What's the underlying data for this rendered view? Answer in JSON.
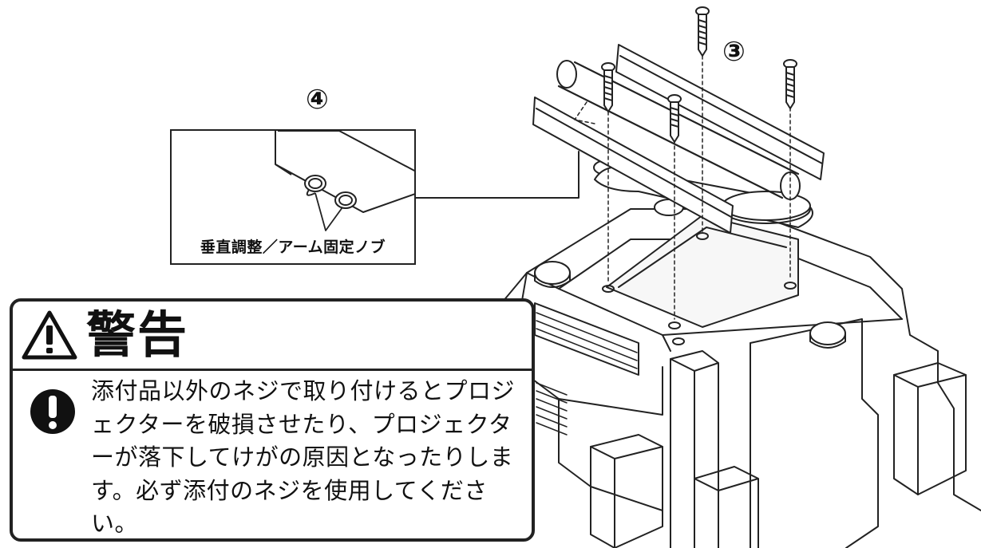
{
  "steps": {
    "screws": "③",
    "knobs": "④"
  },
  "inset": {
    "caption": "垂直調整／アーム固定ノブ"
  },
  "warning": {
    "title": "警告",
    "text": "添付品以外のネジで取り付けるとプロジェクターを破損させたり、プロジェクターが落下してけがの原因となったりします。必ず添付のネジを使用してください。",
    "icons": [
      "warning-triangle-icon",
      "exclamation-circle-icon"
    ]
  }
}
